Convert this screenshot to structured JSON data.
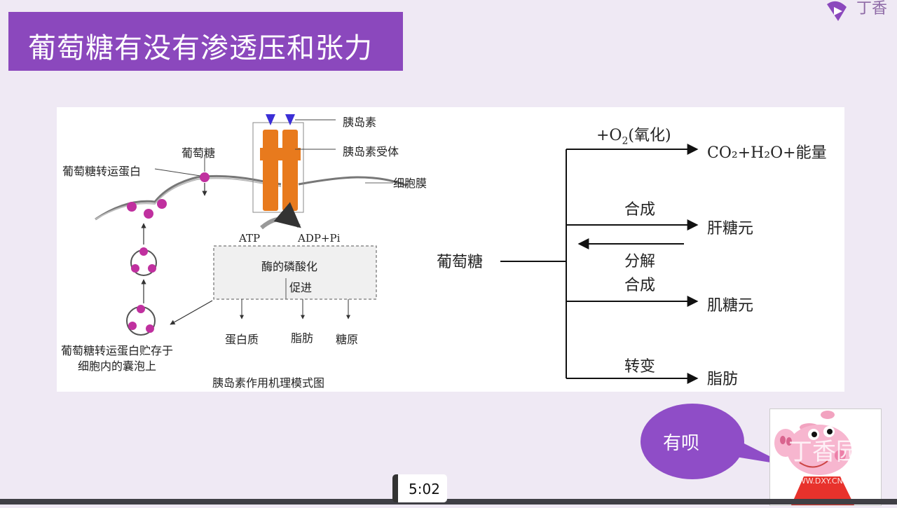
{
  "slide": {
    "title": "葡萄糖有没有渗透压和张力",
    "logo_text": "丁香",
    "timestamp": "5:02"
  },
  "left_diagram": {
    "insulin": "胰岛素",
    "receptor": "胰岛素受体",
    "membrane": "细胞膜",
    "glucose": "葡萄糖",
    "transporter": "葡萄糖转运蛋白",
    "atp": "ATP",
    "adp": "ADP+Pi",
    "enzyme": "酶的磷酸化",
    "promote": "促进",
    "protein": "蛋白质",
    "fat": "脂肪",
    "glycogen": "糖原",
    "vesicle_line1": "葡萄糖转运蛋白贮存于",
    "vesicle_line2": "细胞内的囊泡上",
    "caption": "胰岛素作用机理模式图"
  },
  "right_flow": {
    "source": "葡萄糖",
    "oxidation_label_prefix": "+O",
    "oxidation_label_sub": "2",
    "oxidation_label_suffix": "(氧化)",
    "product1": "CO₂+H₂O+能量",
    "synth1": "合成",
    "liver_glycogen": "肝糖元",
    "decompose": "分解",
    "synth2": "合成",
    "muscle_glycogen": "肌糖元",
    "convert": "转变",
    "fat": "脂肪"
  },
  "overlay": {
    "bubble_text": "有呗",
    "watermark": "丁香园",
    "watermark_url": "WWW.DXY.CN"
  },
  "colors": {
    "banner": "#8b48bd",
    "bubble": "#8f4dc7",
    "receptor": "#e87a1d",
    "insulin": "#3b2fd6",
    "transporter": "#c0309f"
  }
}
